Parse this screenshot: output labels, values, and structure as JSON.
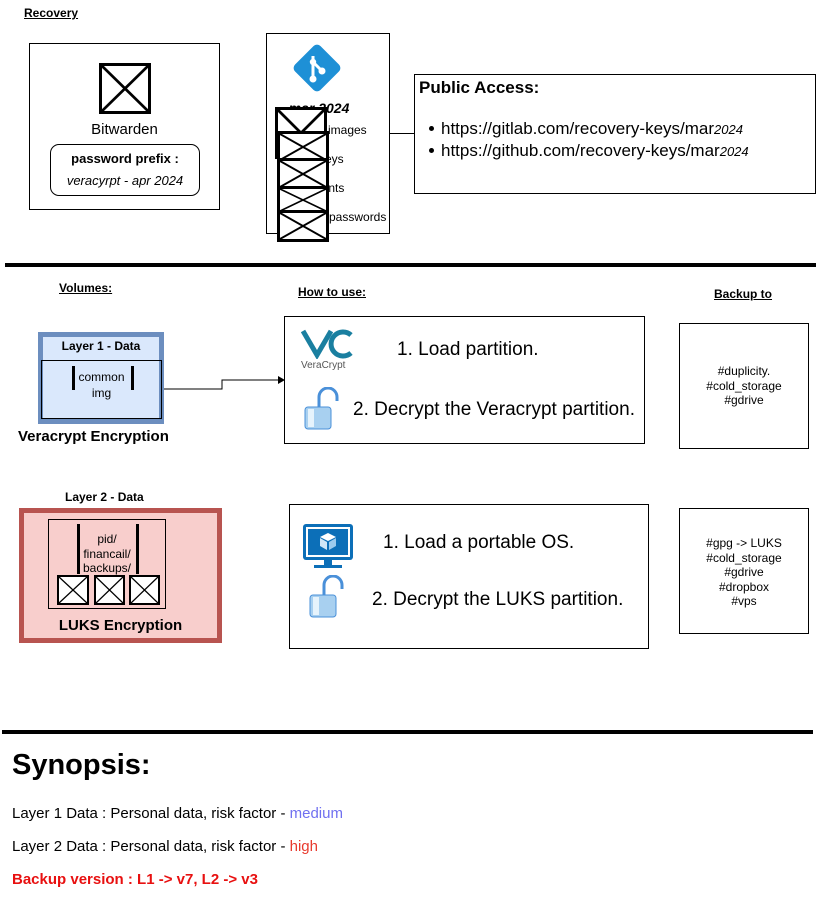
{
  "recovery": {
    "title": "Recovery",
    "bitwarden_label": "Bitwarden",
    "prefix_title": "password prefix :",
    "prefix_value": "veracyrpt - apr 2024",
    "repo_date": "mar 2024",
    "repo_items": [
      "images",
      "keys",
      "hints",
      "passwords"
    ],
    "public_title": "Public Access:",
    "links": [
      {
        "url": "https://gitlab.com/recovery-keys/mar",
        "suffix": "2024"
      },
      {
        "url": "https://github.com/recovery-keys/mar",
        "suffix": "2024"
      }
    ]
  },
  "volumes": {
    "title": "Volumes:",
    "layer1": {
      "title": "Layer 1 - Data",
      "items": [
        "common",
        "img"
      ],
      "caption": "Veracrypt Encryption"
    },
    "layer2": {
      "title": "Layer 2 - Data",
      "folders": [
        "pid/",
        "financail/",
        "backups/"
      ],
      "caption": "LUKS Encryption"
    }
  },
  "howto": {
    "title": "How to use:",
    "veracrypt_logo_text": "VeraCrypt",
    "veracrypt_steps": [
      "1. Load partition.",
      "2. Decrypt the Veracrypt partition."
    ],
    "luks_steps": [
      "1. Load a portable OS.",
      "2. Decrypt the LUKS partition."
    ]
  },
  "backup": {
    "title": "Backup to",
    "layer1_targets": [
      "#duplicity.",
      "#cold_storage",
      "#gdrive"
    ],
    "layer2_targets": [
      "#gpg -> LUKS",
      "#cold_storage",
      "#gdrive",
      "#dropbox",
      "#vps"
    ]
  },
  "synopsis": {
    "title": "Synopsis:",
    "line1_text": "Layer 1 Data : Personal data, risk factor - ",
    "line1_risk": "medium",
    "line2_text": "Layer 2 Data : Personal data, risk factor - ",
    "line2_risk": "high",
    "version": "Backup version : L1 -> v7, L2 -> v3"
  },
  "colors": {
    "medium": "#7070f0",
    "high": "#e83a2e",
    "version": "#e81010",
    "layer1_border": "#6c8ebf",
    "layer1_fill": "#dae8fc",
    "layer2_border": "#b85450",
    "layer2_fill": "#f8cecc",
    "git": "#1e90d6",
    "veracrypt": "#1a7fa0",
    "monitor": "#0c6fb8"
  },
  "icons": [
    "missing-image-icon",
    "git-icon",
    "veracrypt-logo-icon",
    "padlock-icon",
    "monitor-icon"
  ]
}
